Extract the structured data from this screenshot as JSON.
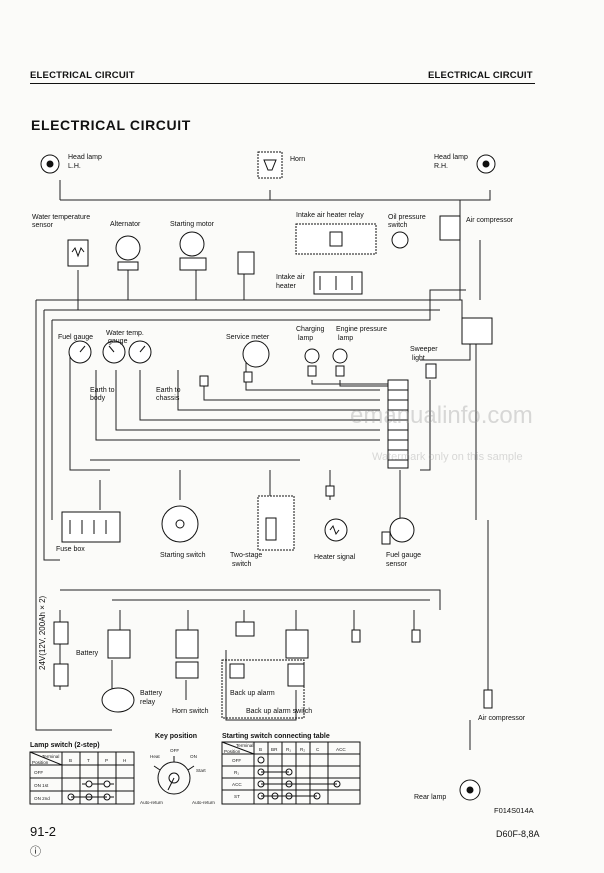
{
  "header": {
    "left": "ELECTRICAL CIRCUIT",
    "right": "ELECTRICAL CIRCUIT"
  },
  "title": "ELECTRICAL CIRCUIT",
  "labels": {
    "head_lamp_lh": [
      "Head lamp",
      "L.H."
    ],
    "head_lamp_rh": [
      "Head lamp",
      "R.H."
    ],
    "horn": "Horn",
    "water_temp_sensor": [
      "Water temperature",
      "sensor"
    ],
    "alternator": "Alternator",
    "starting_motor": "Starting motor",
    "intake_air_heater_relay": "Intake air heater relay",
    "oil_pressure_switch": [
      "Oil pressure",
      "switch"
    ],
    "air_compressor_top": "Air compressor",
    "intake_air_heater": [
      "Intake air",
      "heater"
    ],
    "fuel_gauge": "Fuel gauge",
    "water_temp_gauge": [
      "Water temp.",
      "gauge"
    ],
    "earth_to_body": [
      "Earth to",
      "body"
    ],
    "earth_to_chassis": [
      "Earth to",
      "chassis"
    ],
    "service_meter": "Service meter",
    "charging_lamp": [
      "Charging",
      "lamp"
    ],
    "engine_pressure_lamp": [
      "Engine pressure",
      "lamp"
    ],
    "sweeper_light": [
      "Sweeper",
      "light"
    ],
    "fuse_box": "Fuse box",
    "starting_switch": "Starting switch",
    "two_stage_switch": [
      "Two-stage",
      "switch"
    ],
    "heater_signal": "Heater signal",
    "fuel_gauge_sensor": [
      "Fuel gauge",
      "sensor"
    ],
    "battery": "Battery",
    "battery_spec": "24V(12V, 200Ah × 2)",
    "battery_relay": [
      "Battery",
      "relay"
    ],
    "horn_switch": "Horn switch",
    "back_up_alarm": "Back up alarm",
    "back_up_alarm_switch": "Back up alarm switch",
    "air_compressor_bottom": "Air compressor",
    "rear_lamp": "Rear lamp",
    "figure_id": "F014S014A"
  },
  "lamp_switch_table": {
    "title": "Lamp switch (2-step)",
    "corner_top": "Terminal",
    "corner_bottom": "Position",
    "columns": [
      "B",
      "T",
      "P",
      "H"
    ],
    "rows": [
      "OFF",
      "ON 1st",
      "ON 2nd"
    ]
  },
  "key_position": {
    "title": "Key position",
    "labels": [
      "OFF",
      "ON",
      "Heat",
      "Start",
      "Auto-return",
      "Auto-return"
    ]
  },
  "starting_switch_table": {
    "title": "Starting switch connecting table",
    "corner_top": "Terminal",
    "corner_bottom": "Position",
    "columns": [
      "B",
      "BR",
      "R₁",
      "R₂",
      "C",
      "ACC"
    ],
    "rows": [
      "OFF",
      "R₁",
      "ACC",
      "ST"
    ]
  },
  "footer": {
    "page": "91-2",
    "symbol": "ⓘ",
    "model": "D60F-8,8A"
  },
  "watermark": {
    "line1": "emanualinfo.com",
    "line2": "Watermark only on this sample"
  }
}
